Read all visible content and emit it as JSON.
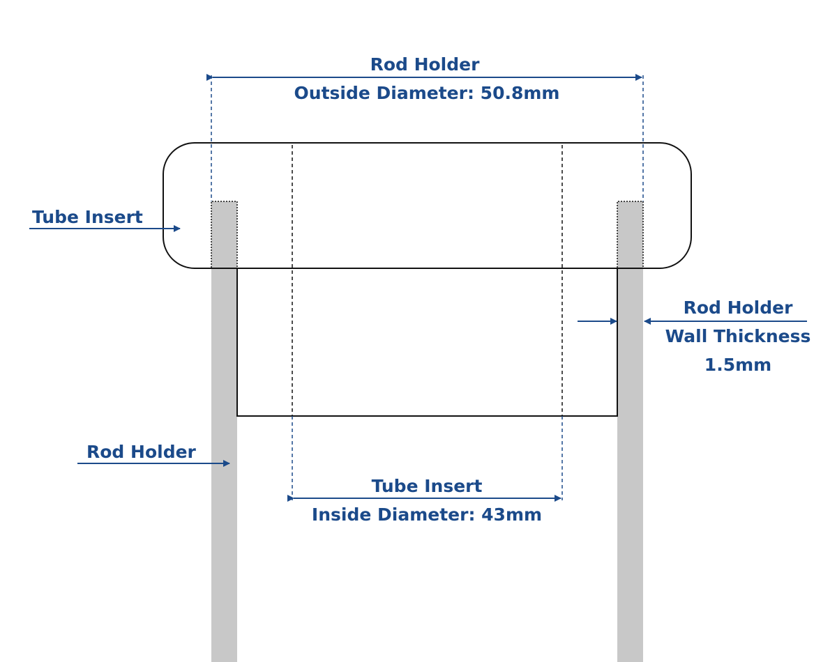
{
  "outside_dimension": {
    "line1": "Rod Holder",
    "line2": "Outside Diameter: 50.8mm"
  },
  "tube_insert_callout": {
    "label": "Tube Insert"
  },
  "wall_thickness_callout": {
    "line1": "Rod Holder",
    "line2": "Wall Thickness",
    "line3": "1.5mm"
  },
  "rod_holder_callout": {
    "label": "Rod Holder"
  },
  "inside_dimension": {
    "line1": "Tube Insert",
    "line2": "Inside Diameter: 43mm"
  },
  "colors": {
    "annotation": "#1b4a8a",
    "rod_holder_wall": "#c8c8c8",
    "outline": "#111111"
  }
}
